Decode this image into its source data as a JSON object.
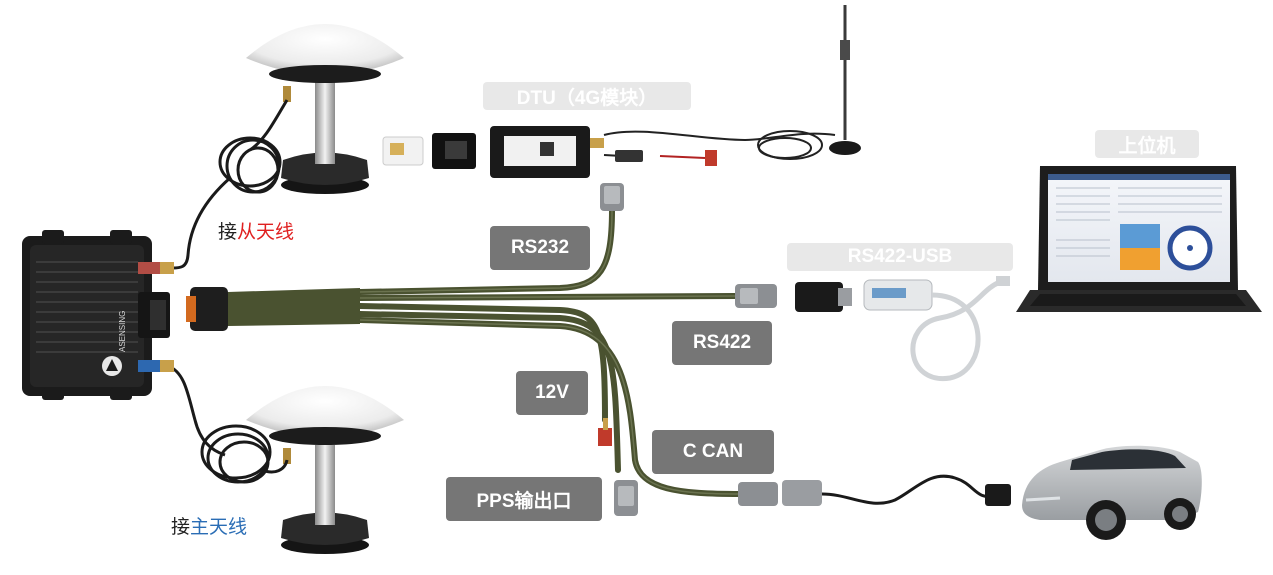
{
  "labels": {
    "dtu": "DTU（4G模块）",
    "host": "上位机",
    "rs422usb": "RS422-USB",
    "rs232": "RS232",
    "rs422": "RS422",
    "v12": "12V",
    "ccan": "C  CAN",
    "pps": "PPS输出口"
  },
  "antenna_aux": {
    "prefix": "接",
    "highlight": "从天线",
    "color": "#e02020"
  },
  "antenna_main": {
    "prefix": "接",
    "highlight": "主天线",
    "color": "#2a6db5"
  },
  "device_brand": "ASENSING",
  "colors": {
    "cable": "#4a5230",
    "label_dark": "#767676",
    "label_light": "#e8e8e8"
  }
}
